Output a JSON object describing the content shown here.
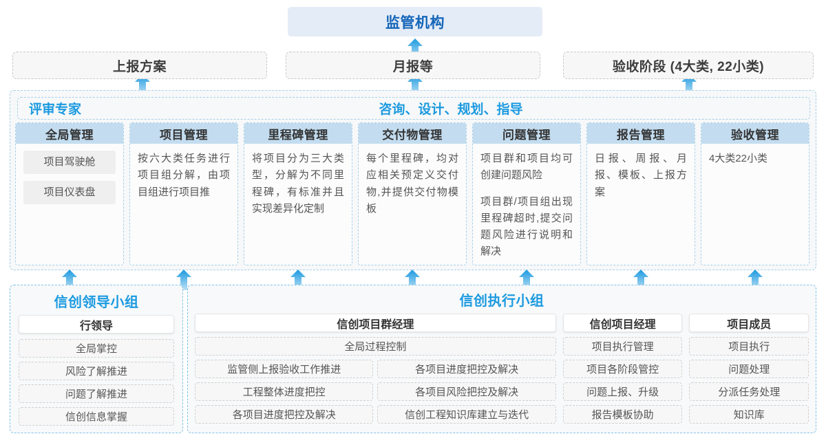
{
  "top": {
    "regulator": {
      "label": "监管机构"
    },
    "submissions": [
      {
        "label": "上报方案"
      },
      {
        "label": "月报等"
      },
      {
        "label": "验收阶段 (4大类, 22小类)"
      }
    ]
  },
  "middle": {
    "band_labels": [
      {
        "label": "评审专家"
      },
      {
        "label": "咨询、设计、规划、指导"
      }
    ],
    "cards": [
      {
        "title": "全局管理",
        "pills": [
          "项目驾驶舱",
          "项目仪表盘"
        ],
        "paragraphs": []
      },
      {
        "title": "项目管理",
        "pills": [],
        "paragraphs": [
          "按六大类任务进行项目组分解，由项目组进行项目推"
        ]
      },
      {
        "title": "里程碑管理",
        "pills": [],
        "paragraphs": [
          "将项目分为三大类型，分解为不同里程碑，有标准并且实现差异化定制"
        ]
      },
      {
        "title": "交付物管理",
        "pills": [],
        "paragraphs": [
          "每个里程碑，均对应相关预定义交付物,并提供交付物模板"
        ]
      },
      {
        "title": "问题管理",
        "pills": [],
        "paragraphs": [
          "项目群和项目均可创建问题风险",
          "项目群/项目组出现里程碑超时,提交问题风险进行说明和解决"
        ]
      },
      {
        "title": "报告管理",
        "pills": [],
        "paragraphs": [
          "日报、周报、月报、模板、上报方案"
        ]
      },
      {
        "title": "验收管理",
        "pills": [],
        "paragraphs": [
          "4大类22小类"
        ]
      }
    ]
  },
  "bottom": {
    "leader_group": {
      "title": "信创领导小组",
      "role": "行领导",
      "tasks": [
        "全局掌控",
        "风险了解推进",
        "问题了解推进",
        "信创信息掌握"
      ]
    },
    "exec_group": {
      "title": "信创执行小组",
      "roles": [
        {
          "name": "信创项目群经理",
          "full_width_task": "全局过程控制",
          "tasks_left": [
            "监管侧上报验收工作推进",
            "工程整体进度把控",
            "各项目进度把控及解决"
          ],
          "tasks_right": [
            "各项目进度把控及解决",
            "各项目风险把控及解决",
            "信创工程知识库建立与迭代"
          ]
        },
        {
          "name": "信创项目经理",
          "tasks": [
            "项目执行管理",
            "项目各阶段管控",
            "问题上报、升级",
            "报告模板协助"
          ]
        },
        {
          "name": "项目成员",
          "tasks": [
            "项目执行",
            "问题处理",
            "分派任务处理",
            "知识库"
          ]
        }
      ]
    }
  },
  "icons": {
    "arrow_up": "arrow-up-icon"
  },
  "colors": {
    "accent_blue": "#1b9ae0",
    "title_blue": "#1565b8",
    "card_head": "#c3dcef",
    "top_node_bg": "#e4ecf7",
    "dashed_border": "#c9c9c9",
    "blue_dashed_border": "#a8cfe8"
  }
}
